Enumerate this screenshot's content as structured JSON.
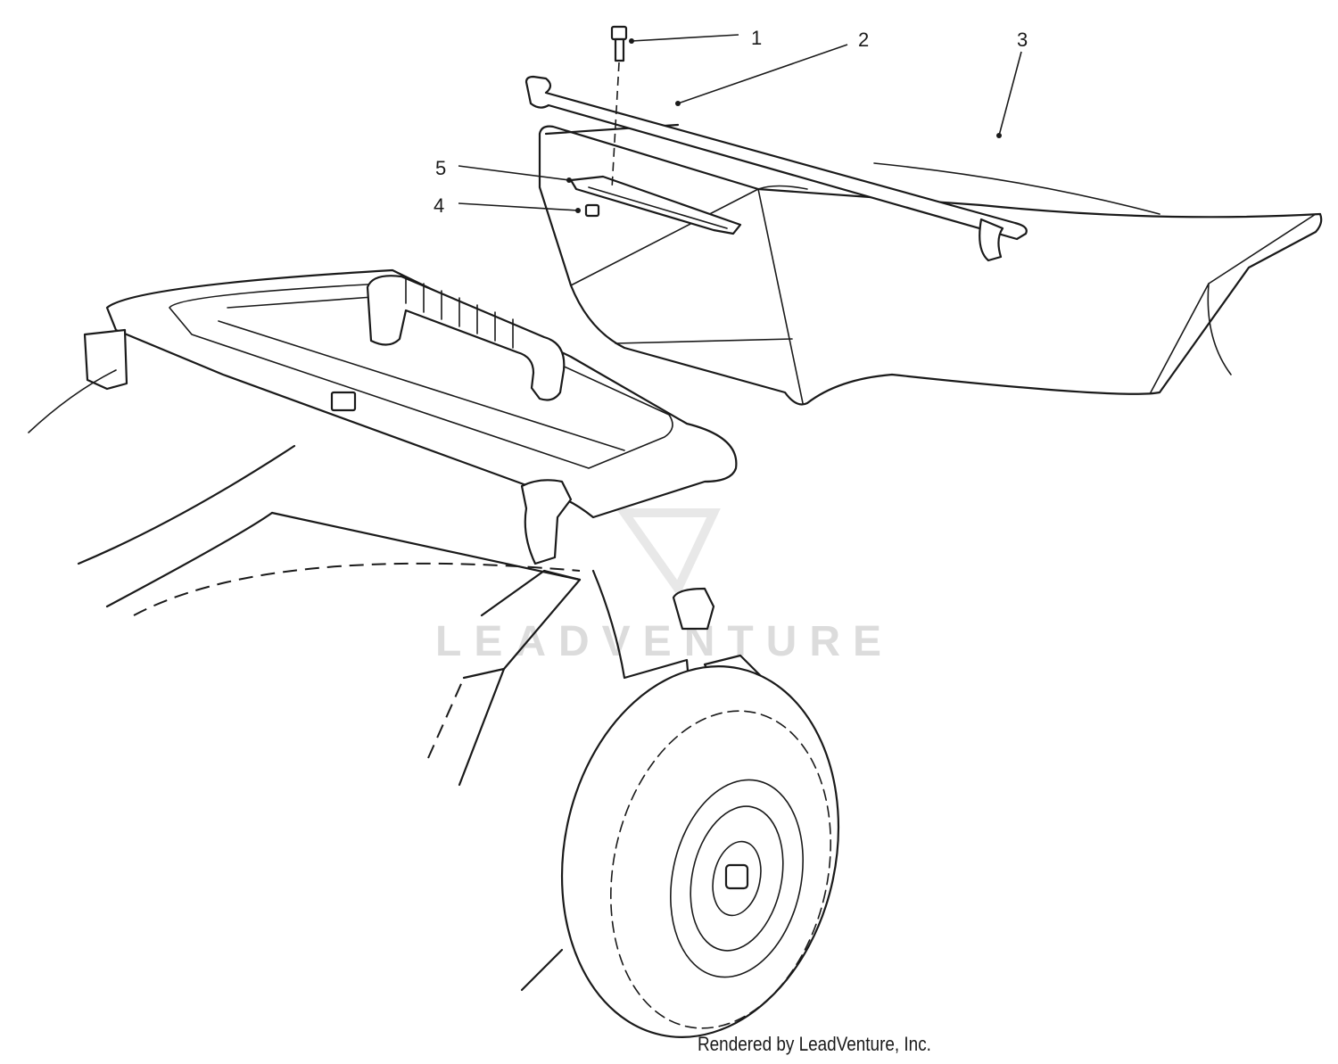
{
  "diagram": {
    "callouts": [
      {
        "id": "1",
        "label": "1"
      },
      {
        "id": "2",
        "label": "2"
      },
      {
        "id": "3",
        "label": "3"
      },
      {
        "id": "4",
        "label": "4"
      },
      {
        "id": "5",
        "label": "5"
      }
    ],
    "watermark": "LEADVENTURE",
    "footer": "Rendered by LeadVenture, Inc."
  }
}
